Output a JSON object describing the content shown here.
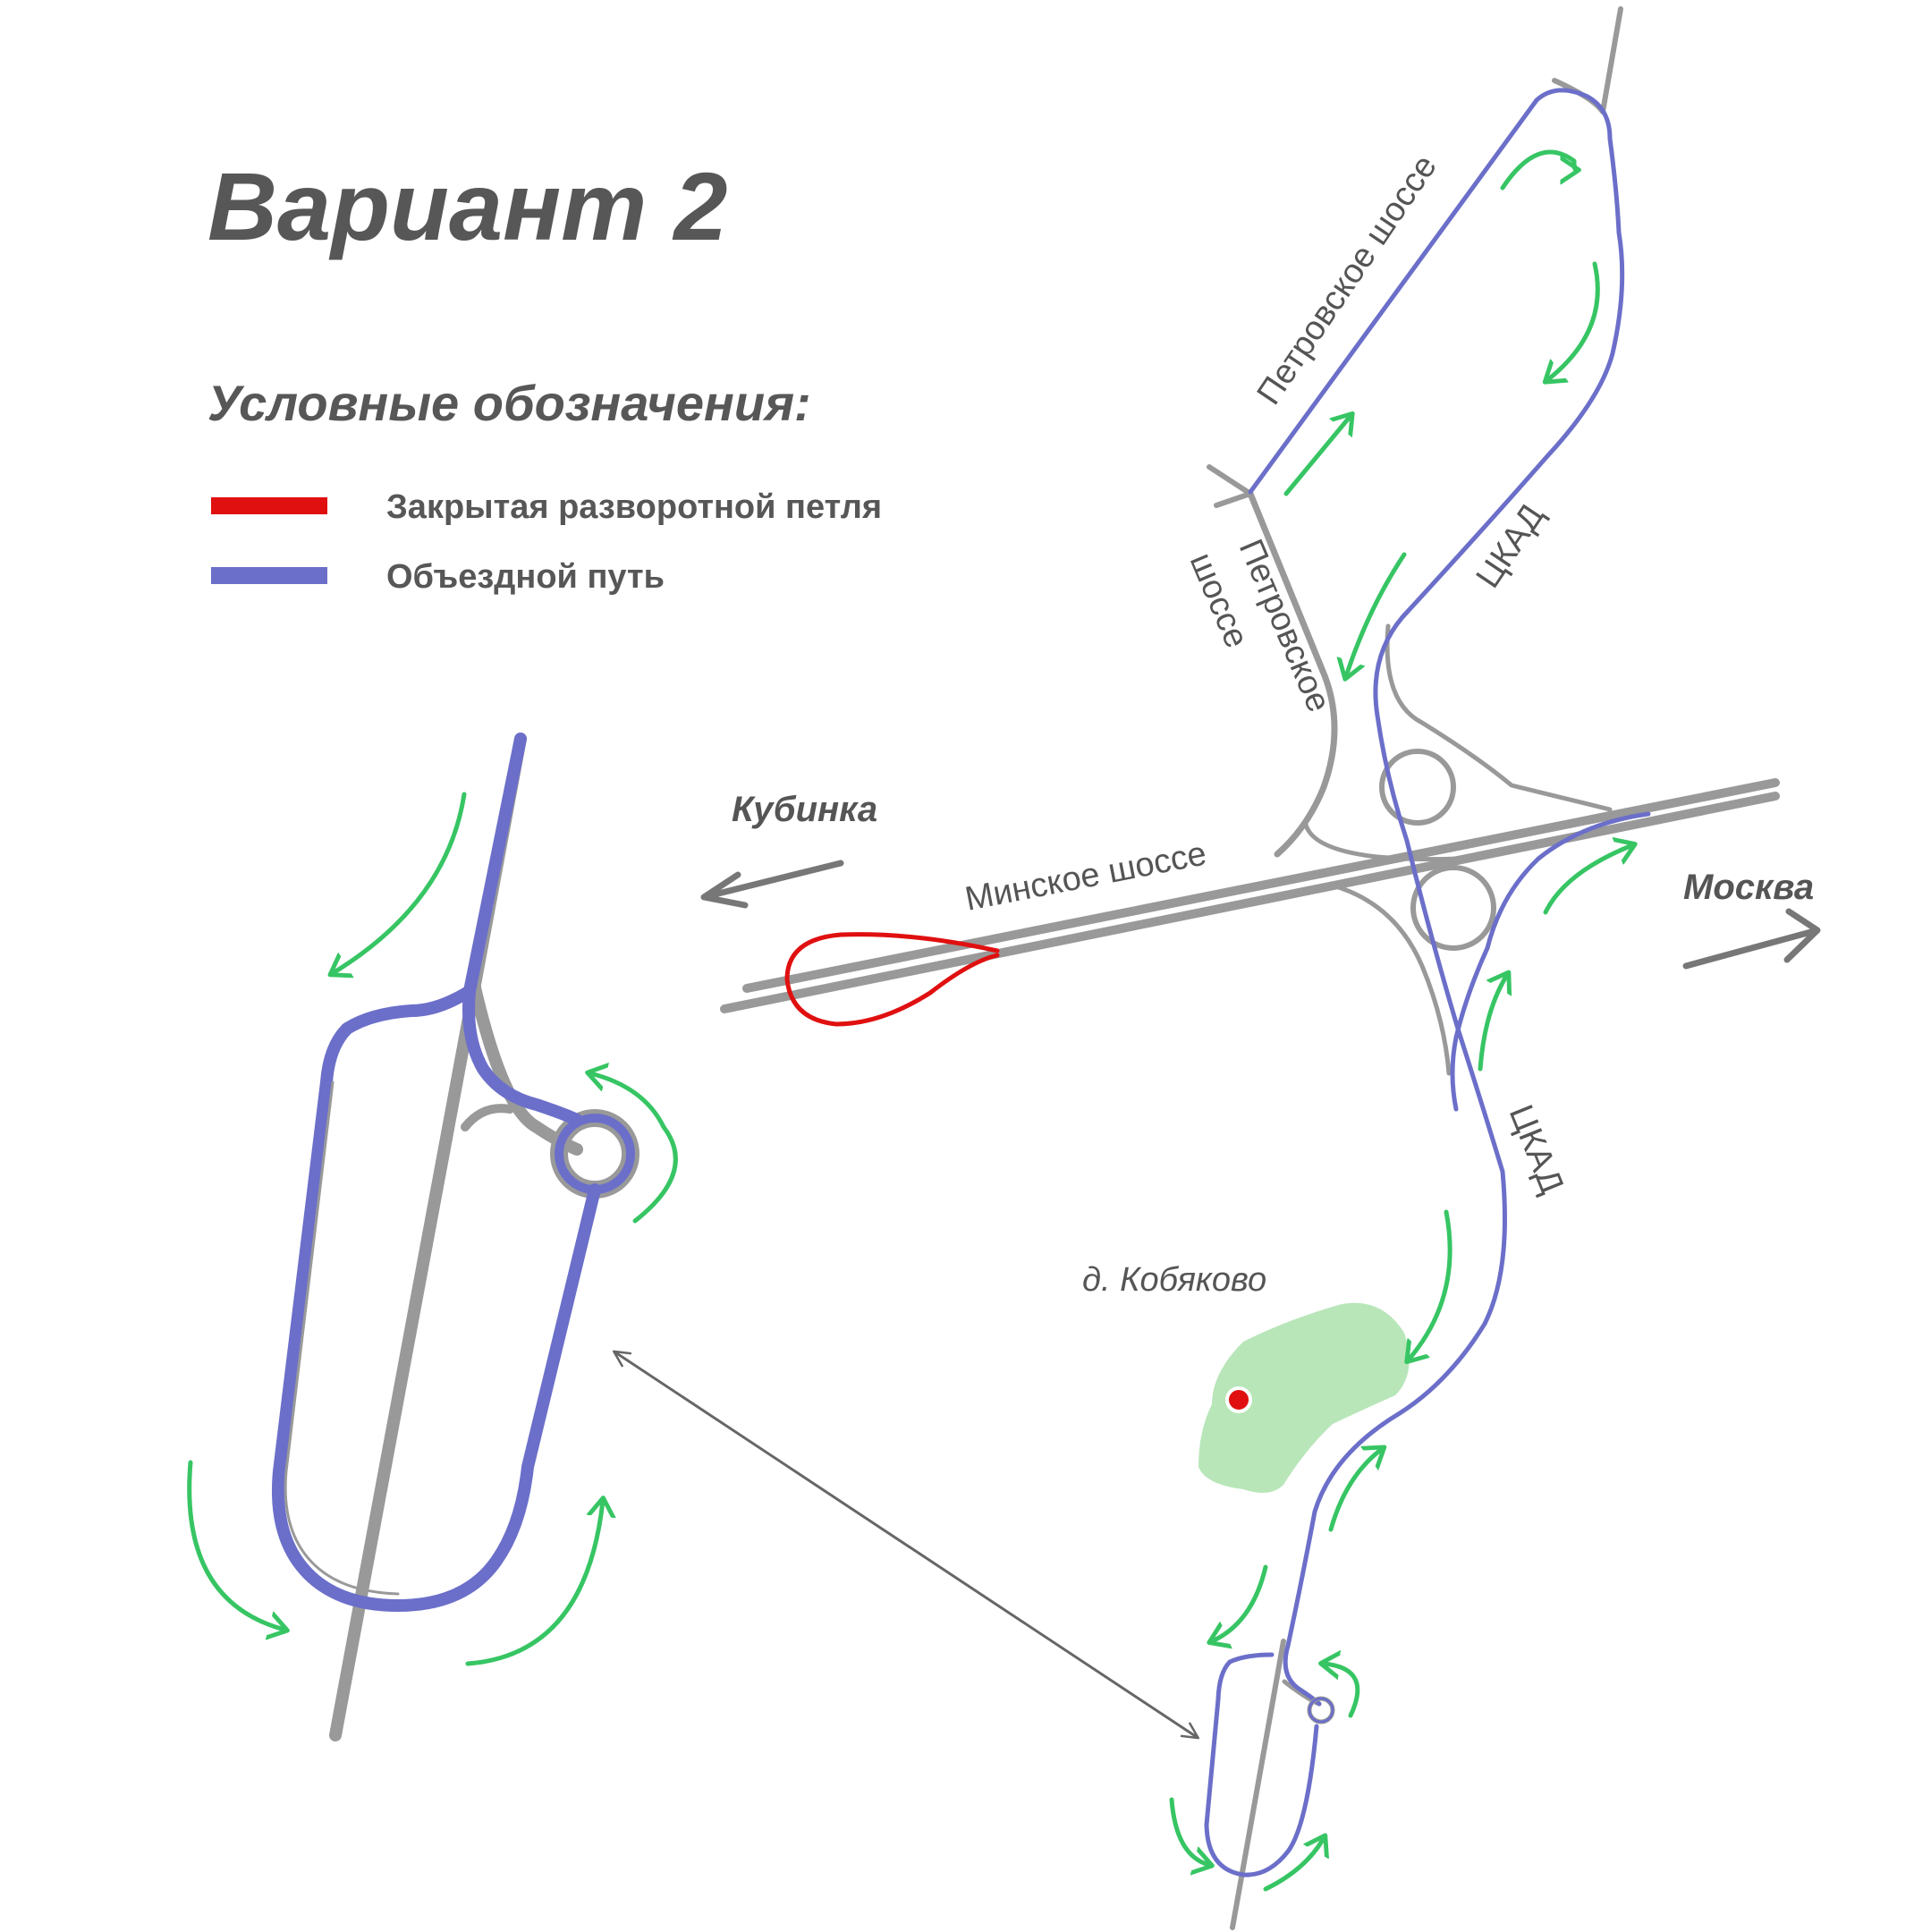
{
  "title": "Вариант 2",
  "legend": {
    "heading": "Условные обозначения:",
    "items": [
      {
        "label": "Закрытая разворотной петля",
        "color": "#e01010"
      },
      {
        "label": "Объездной путь",
        "color": "#6b6fc9"
      }
    ]
  },
  "roads": {
    "minskoe": "Минское шоссе",
    "petrovskoe_top": "Петровское шоссе",
    "petrovskoe_side_1": "Петровское",
    "petrovskoe_side_2": "шоссе",
    "ckad_upper": "ЦКАД",
    "ckad_lower": "ЦКАД"
  },
  "directions": {
    "west": "Кубинка",
    "east": "Москва"
  },
  "village": "д. Кобяково",
  "colors": {
    "road": "#999999",
    "detour": "#6b6fc9",
    "closed_loop": "#e01010",
    "traffic_arrow": "#37c564",
    "village_area": "#b8e6b9",
    "village_marker": "#e01010"
  }
}
